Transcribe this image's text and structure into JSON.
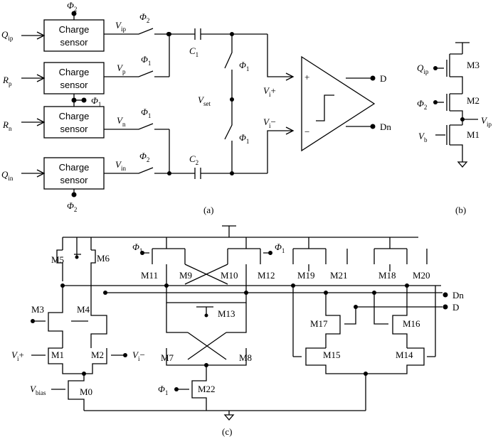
{
  "colors": {
    "ink": "#000000",
    "background": "#ffffff"
  },
  "panel_a": {
    "caption": "(a)",
    "sensor_lines": [
      "Charge",
      "sensor"
    ],
    "inputs": [
      "Q",
      "R",
      "R",
      "Q"
    ],
    "input_subs": [
      "ip",
      "p",
      "n",
      "in"
    ],
    "phi": "Φ",
    "phi_subs": [
      "2",
      "1",
      "1",
      "2"
    ],
    "vsig": "V",
    "vsig_subs": [
      "ip",
      "p",
      "n",
      "in"
    ],
    "cap": "C",
    "cap_subs": [
      "1",
      "2"
    ],
    "vset": "V",
    "vset_sub": "set",
    "vi_plus": "V",
    "vi_plus_sub": "i",
    "vi_plus_sign": "+",
    "vi_minus": "V",
    "vi_minus_sub": "i",
    "vi_minus_sign": "−",
    "opamp_plus": "+",
    "opamp_minus": "−",
    "out_d": "D",
    "out_dn": "Dn"
  },
  "panel_b": {
    "caption": "(b)",
    "transistors": [
      "M3",
      "M2",
      "M1"
    ],
    "q": "Q",
    "q_sub": "ip",
    "phi": "Φ",
    "phi_sub": "2",
    "vb": "V",
    "vb_sub": "b",
    "vout": "V",
    "vout_sub": "ip"
  },
  "panel_c": {
    "caption": "(c)",
    "transistors": [
      "M0",
      "M1",
      "M2",
      "M3",
      "M4",
      "M5",
      "M6",
      "M7",
      "M8",
      "M9",
      "M10",
      "M11",
      "M12",
      "M13",
      "M14",
      "M15",
      "M16",
      "M17",
      "M18",
      "M19",
      "M20",
      "M21",
      "M22"
    ],
    "phi": "Φ",
    "phi_sub": "1",
    "vi_plus": "V",
    "vi_plus_sub": "i",
    "vi_plus_sign": "+",
    "vi_minus": "V",
    "vi_minus_sub": "i",
    "vi_minus_sign": "−",
    "vbias": "V",
    "vbias_sub": "bias",
    "out_dn": "Dn",
    "out_d": "D"
  }
}
